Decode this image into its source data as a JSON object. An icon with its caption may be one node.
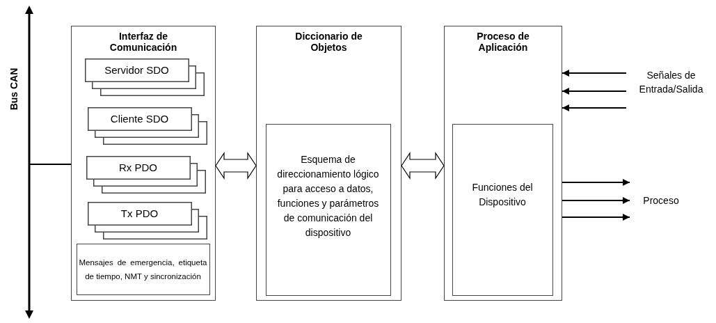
{
  "diagram": {
    "nodes": [
      {
        "text": [],
        "shape": "bar",
        "beside": [
          "Bus CAN"
        ]
      },
      {
        "text": [
          "Interfaz de Comunicación"
        ]
      },
      {
        "text": [
          "Servidor SDO"
        ],
        "in": 1
      },
      {
        "text": [
          "Cliente SDO"
        ],
        "in": 1
      },
      {
        "text": [
          "Rx PDO"
        ],
        "in": 1
      },
      {
        "text": [
          "Tx PDO"
        ],
        "in": 1
      },
      {
        "text": [
          "Mensajes de emergencia, etiqueta de tiempo, NMT y sincronización"
        ],
        "in": 1
      },
      {
        "text": [
          "Diccionario de Objetos"
        ]
      },
      {
        "text": [
          "Esquema de direccionamiento lógico para acceso a datos, funciones y parámetros de comunicación del dispositivo"
        ],
        "in": 7
      },
      {
        "text": [
          "Proceso de Aplicación"
        ]
      },
      {
        "text": [
          "Funciones del Dispositivo"
        ],
        "in": 9
      },
      {
        "text": [
          "Señales de Entrada/Salida"
        ]
      },
      {
        "text": [
          "Proceso"
        ]
      }
    ],
    "edges": [
      {
        "from": 0,
        "to": 1,
        "arrow": "none"
      },
      {
        "from": 1,
        "to": 7,
        "arrow": "both",
        "style": "thick"
      },
      {
        "from": 7,
        "to": 9,
        "arrow": "both",
        "style": "thick"
      },
      {
        "from": 11,
        "to": 9,
        "arrow": "to"
      },
      {
        "from": 11,
        "to": 9,
        "arrow": "to"
      },
      {
        "from": 11,
        "to": 9,
        "arrow": "to"
      },
      {
        "from": 9,
        "to": 12,
        "arrow": "to"
      },
      {
        "from": 9,
        "to": 12,
        "arrow": "to"
      },
      {
        "from": 9,
        "to": 12,
        "arrow": "to"
      }
    ]
  }
}
